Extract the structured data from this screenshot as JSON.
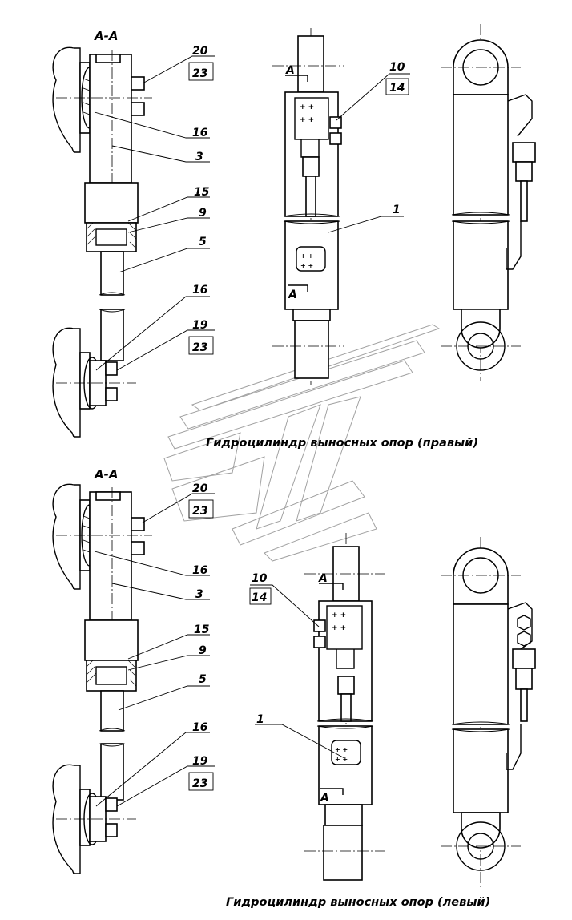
{
  "drawing": {
    "section_label_top": "А-А",
    "section_label_bottom": "А-А",
    "caption_right": "Гидроцилиндр выносных опор (правый)",
    "caption_left": "Гидроцилиндр выносных опор (левый)",
    "top_view": {
      "callouts": [
        {
          "label": "20"
        },
        {
          "label": "23"
        },
        {
          "label": "16"
        },
        {
          "label": "3"
        },
        {
          "label": "15"
        },
        {
          "label": "9"
        },
        {
          "label": "5"
        },
        {
          "label": "16"
        },
        {
          "label": "19"
        },
        {
          "label": "23"
        }
      ],
      "middle_callouts": [
        {
          "label": "10"
        },
        {
          "label": "14"
        },
        {
          "label": "1"
        }
      ],
      "section_marks": [
        "А",
        "А"
      ]
    },
    "bottom_view": {
      "callouts": [
        {
          "label": "20"
        },
        {
          "label": "23"
        },
        {
          "label": "16"
        },
        {
          "label": "3"
        },
        {
          "label": "15"
        },
        {
          "label": "9"
        },
        {
          "label": "5"
        },
        {
          "label": "16"
        },
        {
          "label": "19"
        },
        {
          "label": "23"
        }
      ],
      "middle_callouts": [
        {
          "label": "10"
        },
        {
          "label": "14"
        },
        {
          "label": "1"
        }
      ],
      "section_marks": [
        "А",
        "А"
      ]
    }
  }
}
